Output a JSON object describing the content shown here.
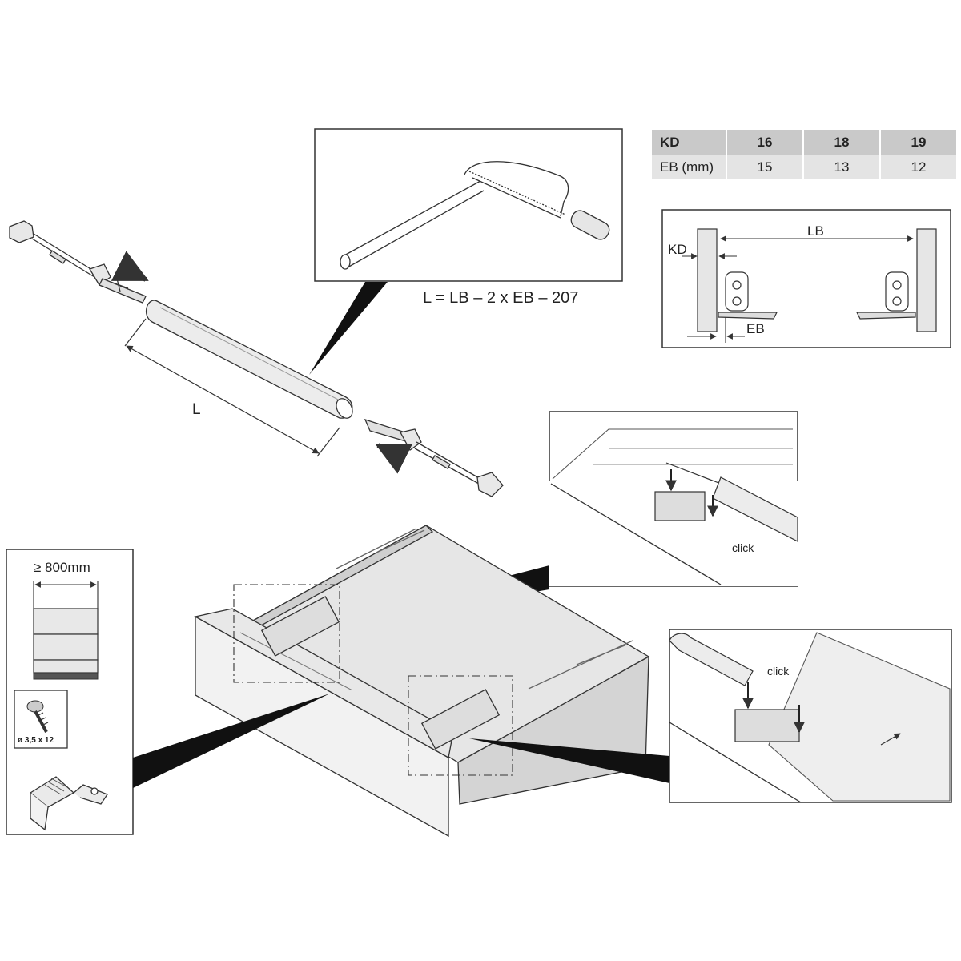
{
  "table": {
    "header": [
      "KD",
      "16",
      "18",
      "19"
    ],
    "row": [
      "EB (mm)",
      "15",
      "13",
      "12"
    ]
  },
  "formula": "L = LB – 2 x EB – 207",
  "dimension_labels": {
    "length": "L",
    "inner_width": "LB",
    "panel_thickness": "KD",
    "offset": "EB"
  },
  "click_labels": [
    "click",
    "click"
  ],
  "min_width": "≥ 800mm",
  "screw_spec": "ø 3,5 x 12",
  "colors": {
    "line": "#333333",
    "panel_fill": "#e6e6e6",
    "shadow_fill": "#111111",
    "table_header": "#c9c9c9",
    "table_row": "#e4e4e4"
  }
}
